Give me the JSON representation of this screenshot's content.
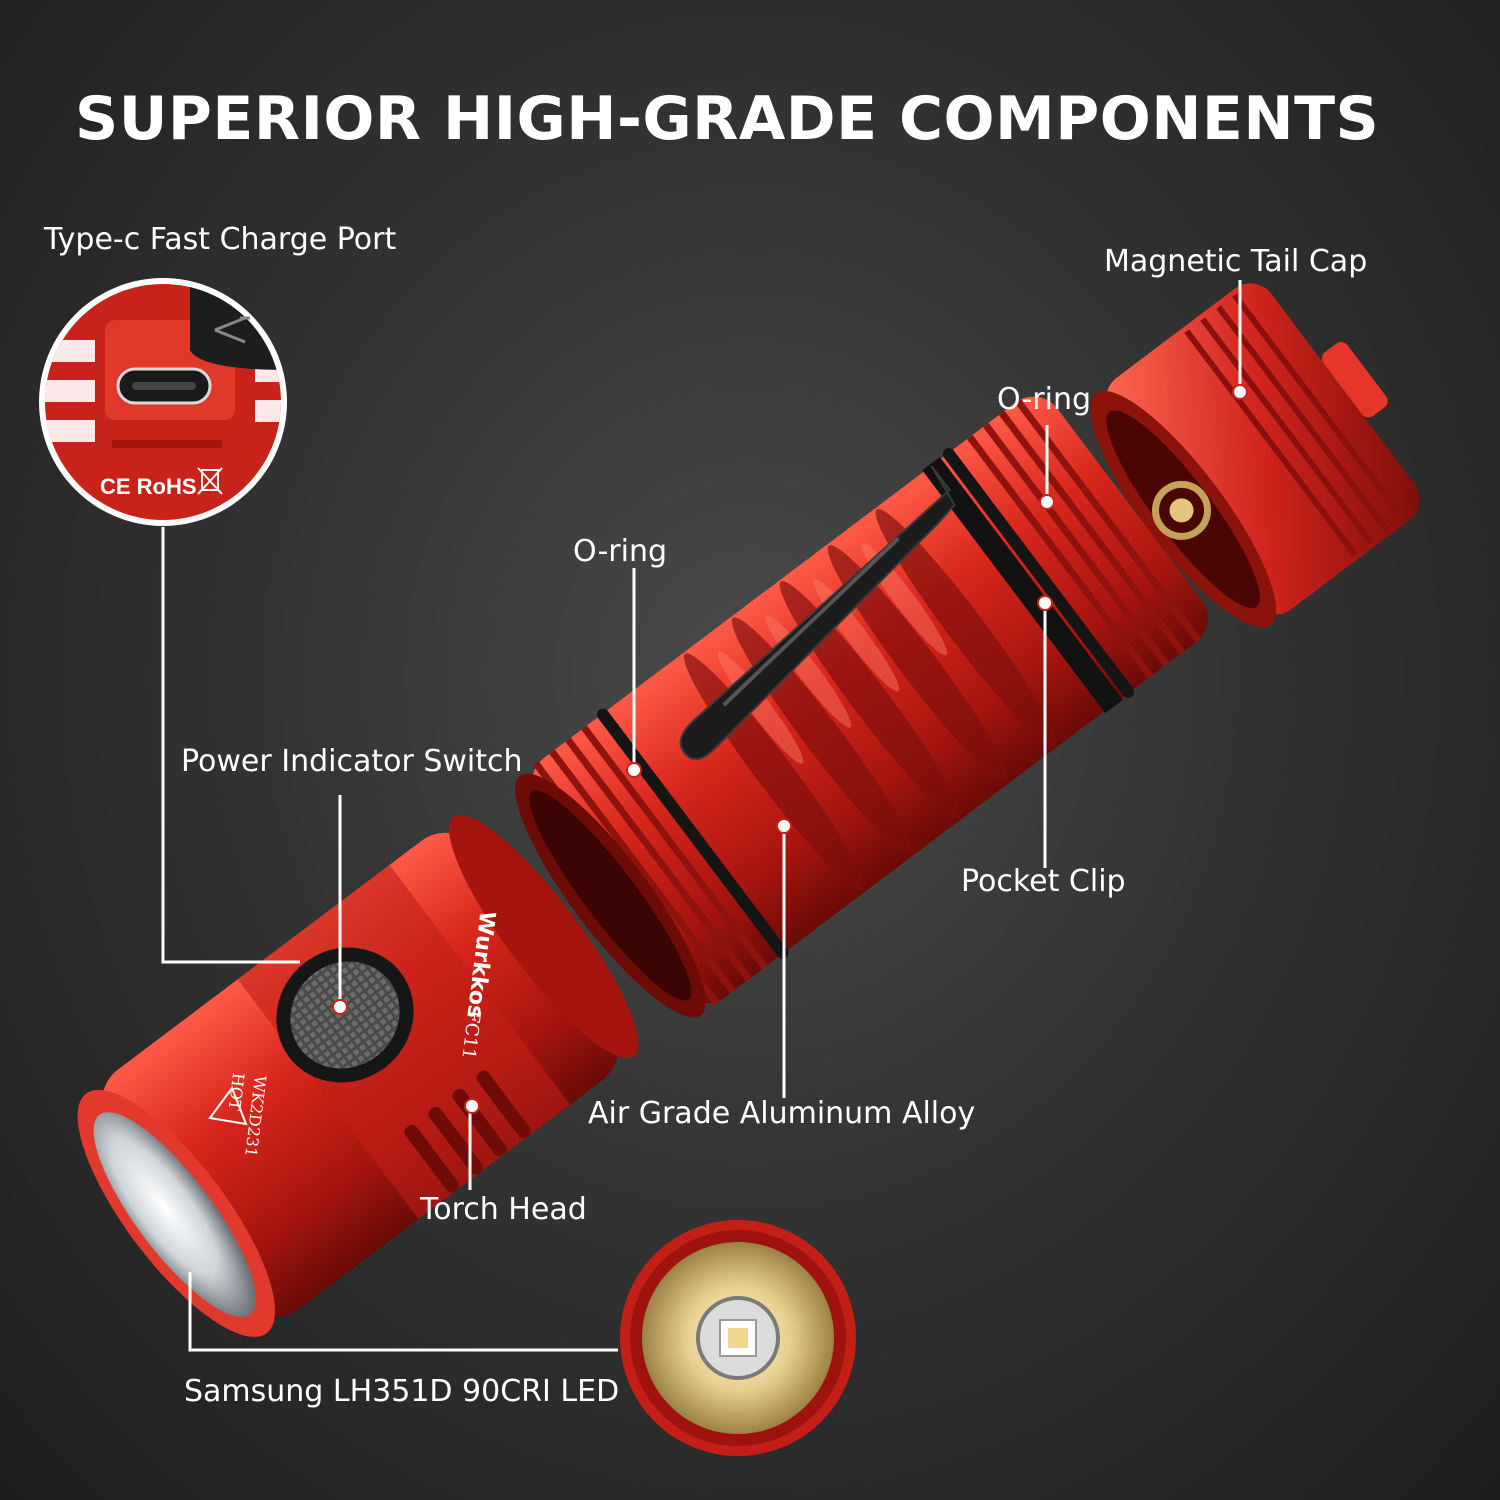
{
  "title": "SUPERIOR HIGH-GRADE COMPONENTS",
  "callouts": {
    "type_c_port": "Type-c Fast Charge Port",
    "magnetic_tail_cap": "Magnetic Tail Cap",
    "o_ring_top": "O-ring",
    "o_ring_middle": "O-ring",
    "power_indicator_switch": "Power Indicator Switch",
    "pocket_clip": "Pocket Clip",
    "air_grade_aluminum": "Air Grade Aluminum Alloy",
    "torch_head": "Torch Head",
    "led": "Samsung LH351D 90CRI LED"
  },
  "product_markings": {
    "brand": "Wurkkos",
    "model": "FC11",
    "serial": "WK2D231",
    "hot_warning": "HOT",
    "certifications": "CE RoHS"
  },
  "colors": {
    "background": "#333333",
    "body_red": "#d0241c",
    "body_red_dark": "#8e120d",
    "label_text": "#ffffff"
  },
  "icons": [
    "usb-c-port-icon",
    "usb-symbol-icon",
    "weee-bin-icon",
    "hot-warning-icon"
  ]
}
